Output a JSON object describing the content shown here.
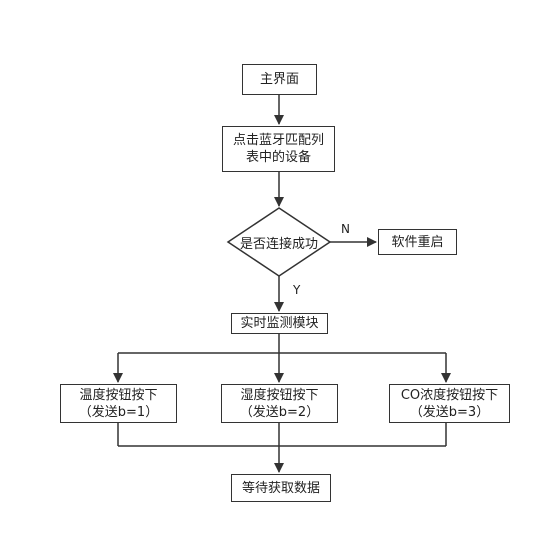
{
  "nodes": {
    "main_ui": "主界面",
    "click_device_line1": "点击蓝牙匹配列",
    "click_device_line2": "表中的设备",
    "decision": "是否连接成功",
    "restart": "软件重启",
    "monitor": "实时监测模块",
    "temp_line1": "温度按钮按下",
    "temp_line2": "（发送b=1）",
    "humid_line1": "湿度按钮按下",
    "humid_line2": "（发送b=2）",
    "co_line1": "CO浓度按钮按下",
    "co_line2": "（发送b=3）",
    "wait": "等待获取数据"
  },
  "edge_labels": {
    "no": "N",
    "yes": "Y"
  },
  "colors": {
    "stroke": "#333333",
    "text": "#222222"
  }
}
